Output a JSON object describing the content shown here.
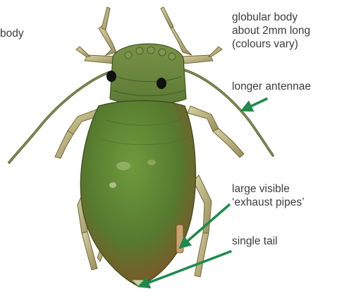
{
  "labels": {
    "cut_off": "body",
    "body": [
      "globular body",
      "about 2mm long",
      "(colours vary)"
    ],
    "antennae": "longer antennae",
    "exhaust": [
      "large visible",
      "‘exhaust pipes’"
    ],
    "tail": "single tail"
  },
  "colors": {
    "arrow": "#1f8a4c",
    "text": "#3c3c3c",
    "body_green": "#5b7f33",
    "body_brown": "#8a4f2a",
    "leg_beige": "#c9bf8a"
  },
  "icons": {
    "subject": "aphid-illustration",
    "pointers": "green-arrow-icon"
  }
}
